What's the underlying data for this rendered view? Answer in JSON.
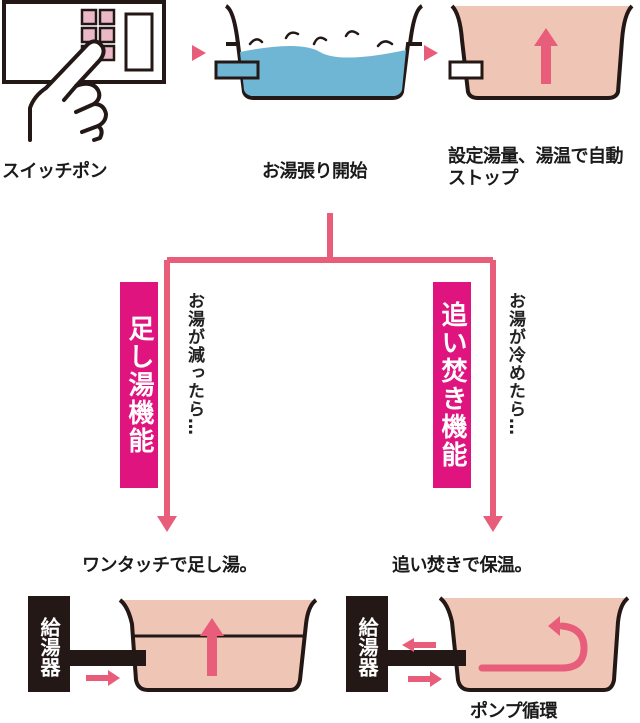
{
  "colors": {
    "line": "#e85d7a",
    "badge": "#e0147e",
    "water_blue": "#6fb6d4",
    "tub_fill": "#efc5b6",
    "panel_button": "#eab8c6",
    "heater": "#231815"
  },
  "steps": {
    "switch_label": "スイッチポン",
    "filling_label": "お湯張り開始",
    "stop_label": "設定湯量、湯温で自動ストップ"
  },
  "branches": {
    "left": {
      "badge": "足し湯機能",
      "condition": "お湯が減ったら…",
      "result": "ワンタッチで足し湯。"
    },
    "right": {
      "badge": "追い焚き機能",
      "condition": "お湯が冷めたら…",
      "result": "追い焚きで保温。"
    }
  },
  "heater_label": "給湯器",
  "pump_label": "ポンプ循環",
  "icons": [
    "control-panel-icon",
    "hand-icon",
    "bathtub-icon",
    "arrow-up-icon",
    "circulation-arrow-icon"
  ]
}
